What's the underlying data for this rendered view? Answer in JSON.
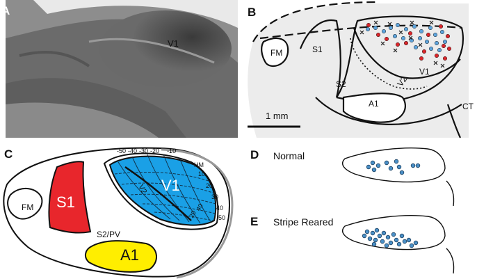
{
  "panels": {
    "A": {
      "letter": "A",
      "v1_label": "V1"
    },
    "B": {
      "letter": "B",
      "labels": {
        "fm": "FM",
        "s1": "S1",
        "s2": "S2",
        "a1": "A1",
        "v1": "V1",
        "v2": "V2",
        "ct": "CT"
      },
      "scale_label": "1 mm"
    },
    "C": {
      "letter": "C",
      "labels": {
        "fm": "FM",
        "s1": "S1",
        "s2pv": "S2/PV",
        "a1": "A1",
        "v1": "V1",
        "v2": "V2",
        "hm": "HM"
      },
      "azimuth_ticks": [
        "-50",
        "-40",
        "-30",
        "-20",
        "-10"
      ],
      "elevation_ticks": [
        "10",
        "20",
        "30",
        "40",
        "50"
      ],
      "inner_ticks": [
        "40",
        "20"
      ]
    },
    "D": {
      "letter": "D",
      "title": "Normal"
    },
    "E": {
      "letter": "E",
      "title": "Stripe Reared"
    }
  },
  "colors": {
    "s1": "#e8262c",
    "v1": "#1aa0e6",
    "a1": "#ffee00",
    "cortex_bg": "#ececec",
    "red_point": "#d9262b",
    "blue_point": "#5ea4dc"
  }
}
